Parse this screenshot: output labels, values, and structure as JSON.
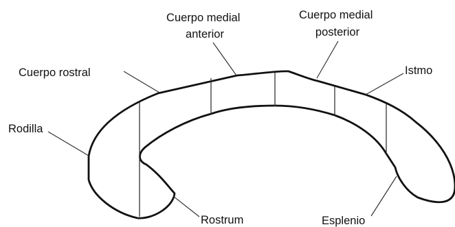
{
  "labels": {
    "cuerpo_medial_anterior": [
      "Cuerpo medial",
      "anterior"
    ],
    "cuerpo_medial_posterior": [
      "Cuerpo medial",
      "posterior"
    ],
    "cuerpo_rostral": "Cuerpo rostral",
    "istmo": "Istmo",
    "rodilla": "Rodilla",
    "rostrum": "Rostrum",
    "esplenio": "Esplenio"
  },
  "colors": {
    "outline": "#111111",
    "text": "#111111",
    "background": "#ffffff"
  }
}
